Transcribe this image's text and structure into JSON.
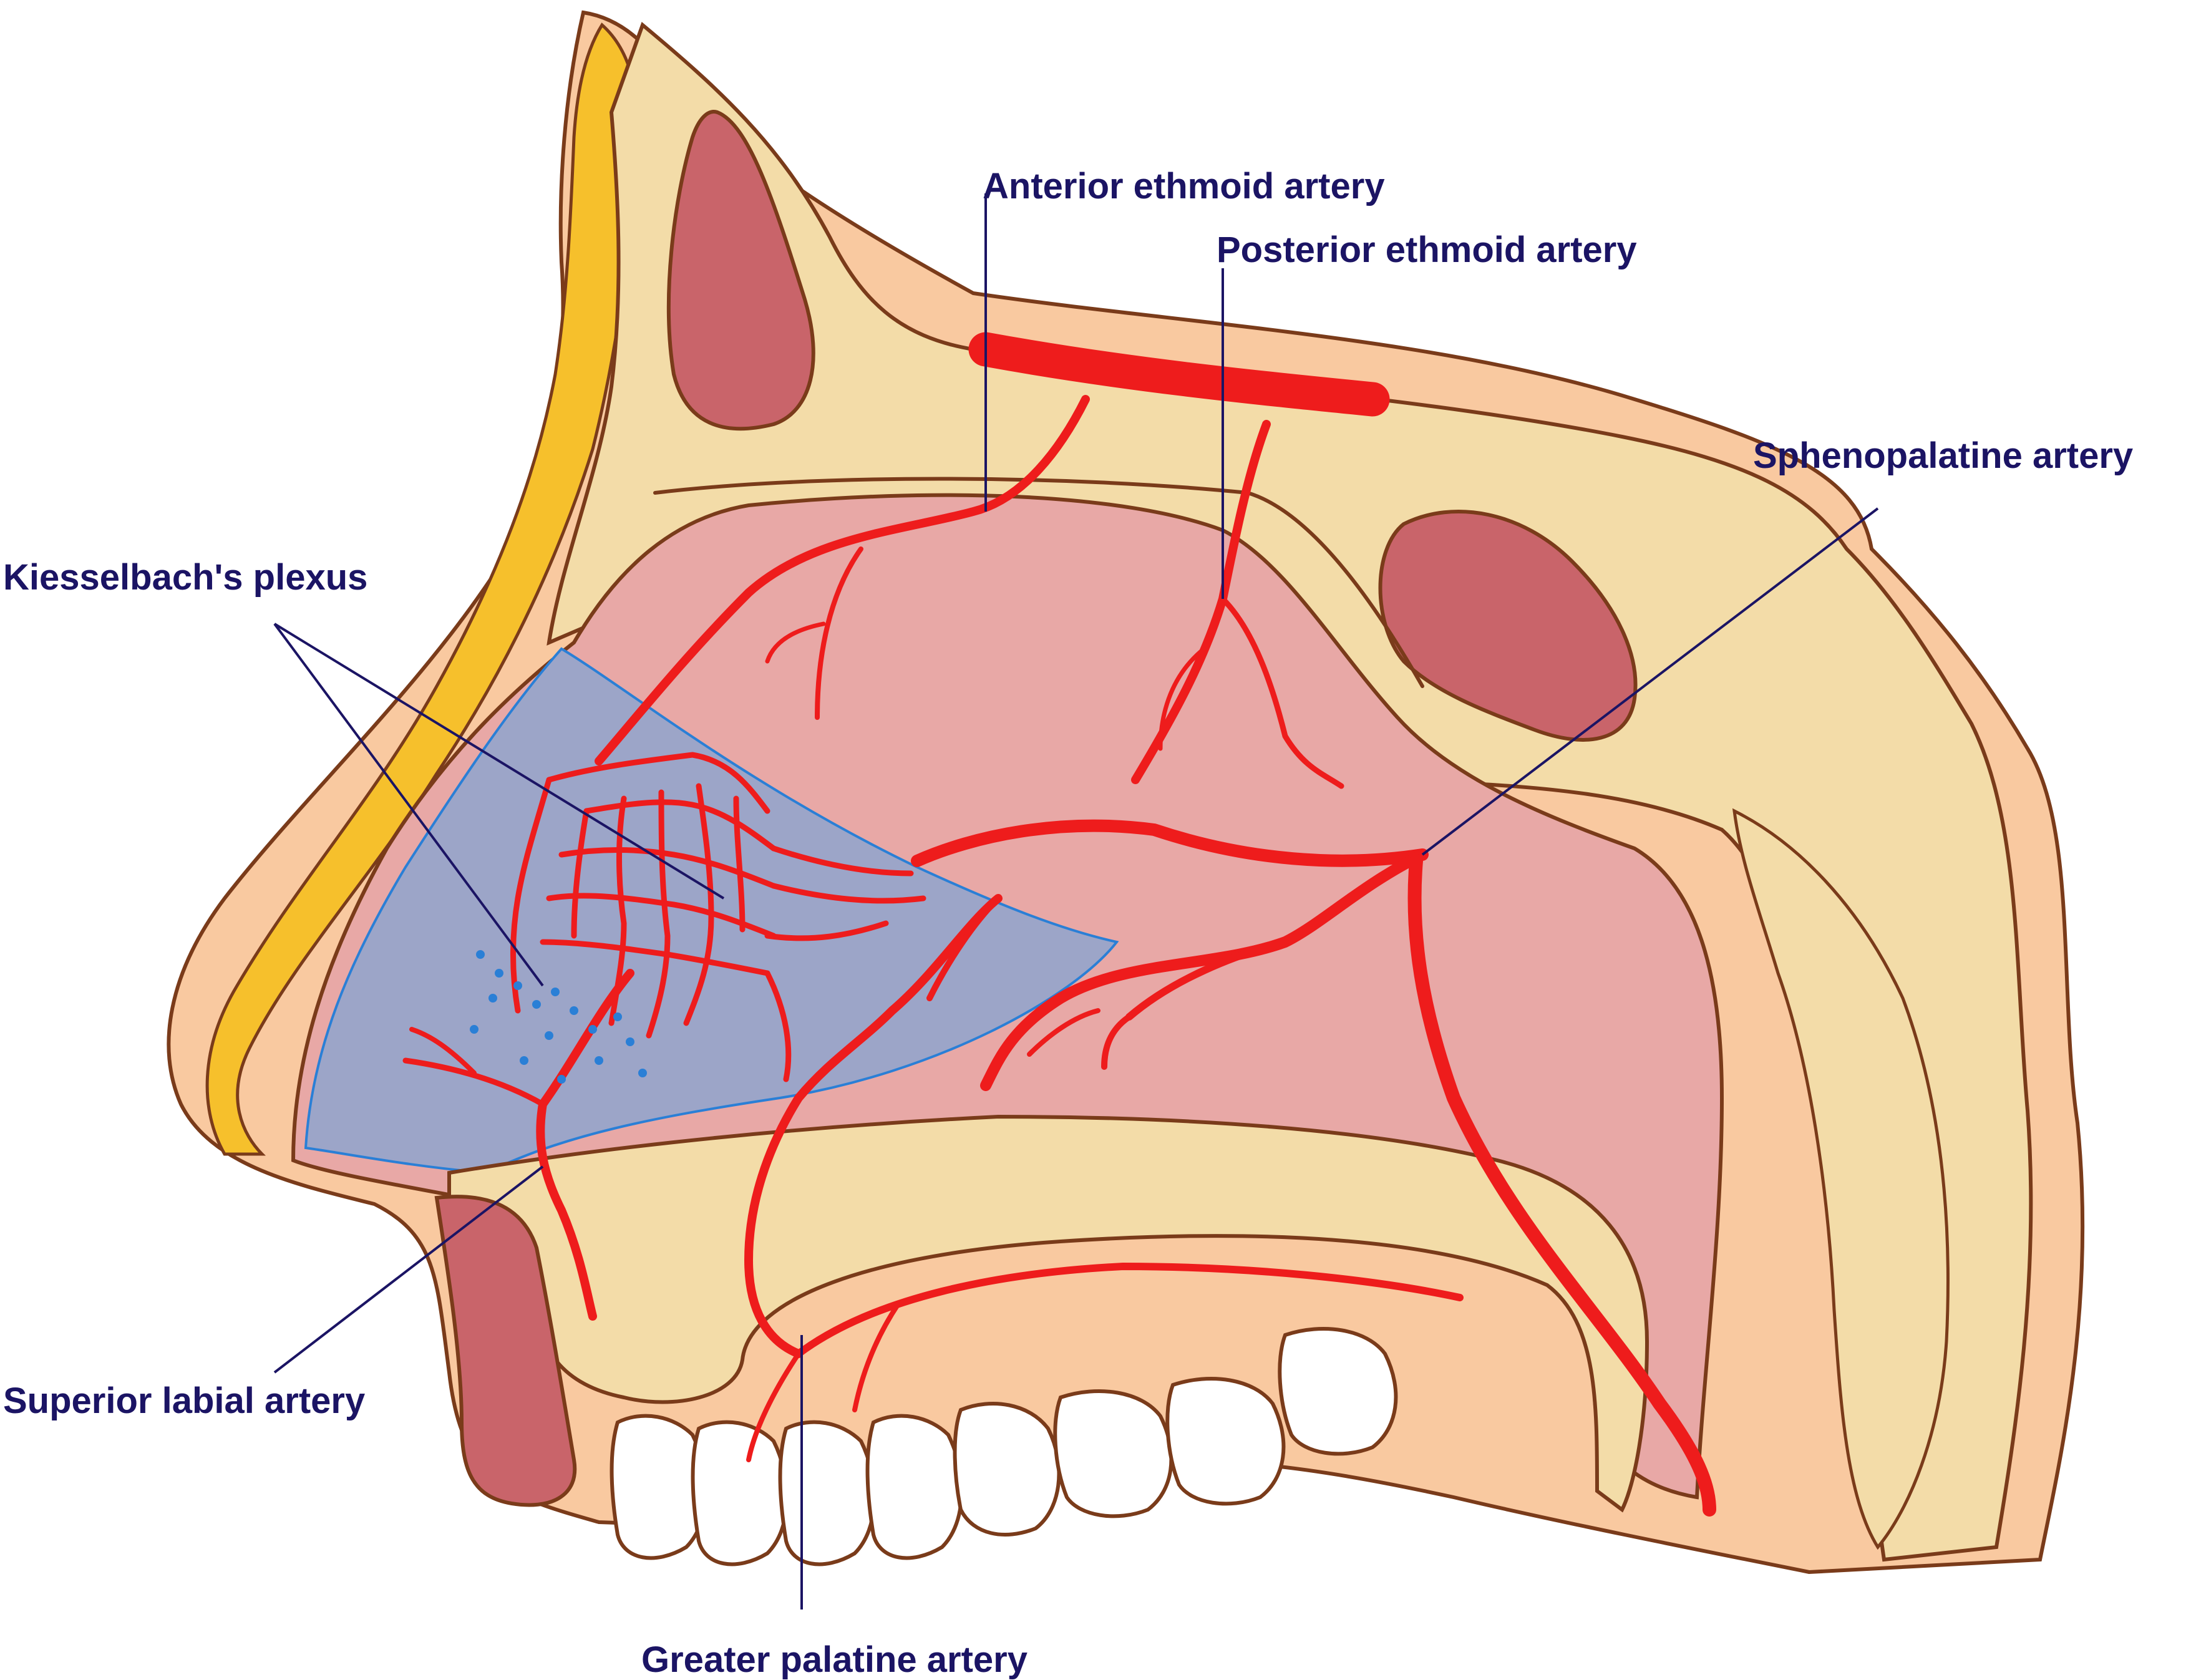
{
  "labels": {
    "anterior_ethmoid": "Anterior ethmoid artery",
    "posterior_ethmoid": "Posterior ethmoid artery",
    "sphenopalatine": "Sphenopalatine artery",
    "kiesselbach": "Kiesselbach's plexus",
    "superior_labial": "Superior labial artery",
    "greater_palatine": "Greater palatine artery"
  },
  "colors": {
    "label_text": "#1b1464",
    "artery": "#ee1c1c",
    "skin": "#f9c9a0",
    "mucosa": "#e8a8a6",
    "bone": "#f3dca8",
    "plexus_area": "#9ca5c8",
    "fat": "#f6c02c",
    "sinus": "#c9646a",
    "teeth": "#ffffff"
  }
}
